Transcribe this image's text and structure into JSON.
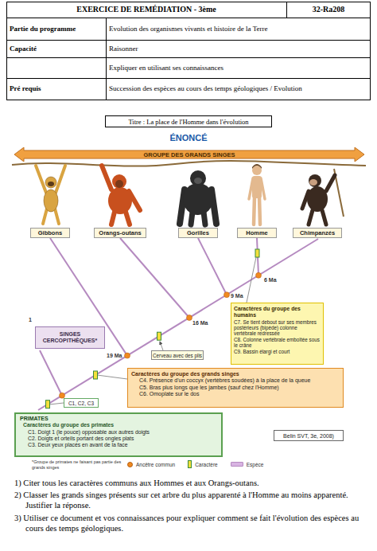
{
  "diagram": {
    "title": "ÉNONCÉ",
    "nodes": [
      {
        "text": [
          "Titre : La place de l'Homme dans l'évolution"
        ]
      },
      {
        "text": [
          "GROUPE DES GRANDS SINGES"
        ]
      },
      {
        "text": [
          "Gibbons"
        ]
      },
      {
        "text": [
          "Orangs-outans"
        ]
      },
      {
        "text": [
          "Gorilles"
        ]
      },
      {
        "text": [
          "Homme"
        ]
      },
      {
        "text": [
          "Chimpanzés"
        ]
      },
      {
        "text": [
          "Caractères du groupe des humains",
          "C7. Se tient debout sur ses membres postérieurs (bipède) colonne vertébrale redressée",
          "C8. Colonne vertébrale emboîtée sous le crâne",
          "C9. Bassin élargi et court"
        ]
      },
      {
        "text": [
          "SINGES CERCOPITHÈQUES*"
        ]
      },
      {
        "text": [
          "Cerveau avec des plis"
        ]
      },
      {
        "text": [
          "Caractères du groupe des grands singes",
          "C4. Présence d'un coccyx (vertèbres soudées) à la place de la queue",
          "C5. Bras plus longs que les jambes (sauf chez l'Homme)",
          "C6. Omoplate sur le dos"
        ]
      },
      {
        "text": [
          "C1, C2, C3"
        ]
      },
      {
        "text": [
          "PRIMATES",
          "Caractères du groupe des primates",
          "C1. Doigt 1 (le pouce) opposable aux autres doigts",
          "C2. Doigts et orteils portant des ongles plats",
          "C3. Deux yeux placés en avant de la face"
        ]
      },
      {
        "text": [
          "Belin SVT, 3e, 2008)"
        ]
      }
    ],
    "labels": [
      "EXERCICE DE REMÉDIATION - 3ème",
      "32-Ra208",
      "Partie du programme",
      "Evolution des organismes vivants et histoire de la Terre",
      "Capacité",
      "Raisonner",
      "Expliquer en utilisant ses connaissances",
      "Pré requis",
      "Succession des espèces au cours des temps géologiques / Evolution",
      "6 Ma",
      "9 Ma",
      "1",
      "16 Ma",
      "19 Ma",
      "*Groupe de primates ne faisant pas partie des grands singes",
      "1) Citer tous les caractères communs aux Hommes et aux Orangs-outans.",
      "2) Classer les grands singes présents sur cet arbre du plus apparenté à l'Homme au moins apparenté. Justifier la réponse.",
      "3) Utiliser ce document et vos connaissances pour expliquer comment se fait l'évolution des espèces au cours des temps géologiques."
    ],
    "legend": [
      {
        "text": "Ancêtre commun",
        "color": "#f08a20"
      },
      {
        "text": "Caractère",
        "color": "#f4e03c"
      },
      {
        "text": "Espèce",
        "color": "#d8b4e2"
      }
    ]
  }
}
